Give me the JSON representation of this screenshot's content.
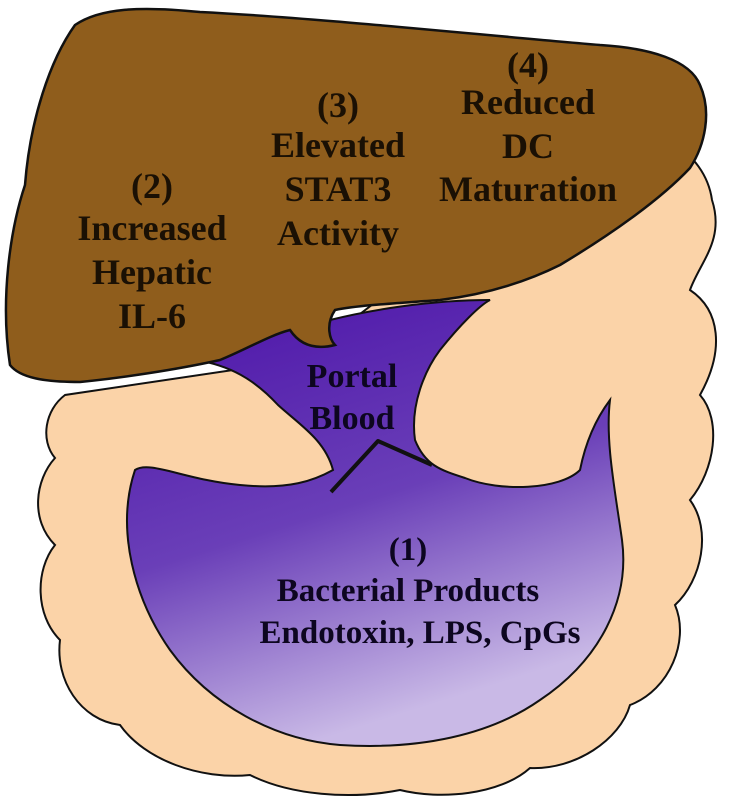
{
  "colors": {
    "liver": "#8f5d1c",
    "intestine": "#fbd3a8",
    "blood_top": "#4b12a8",
    "blood_bottom": "#c9b9e6",
    "outline": "#111111"
  },
  "labels": {
    "liver_il6": {
      "number": "(2)",
      "line1": "Increased",
      "line2": "Hepatic",
      "line3": "IL-6"
    },
    "liver_stat3": {
      "number": "(3)",
      "line1": "Elevated",
      "line2": "STAT3",
      "line3": "Activity"
    },
    "liver_dc": {
      "number": "(4)",
      "line1": "Reduced",
      "line2": "DC",
      "line3": "Maturation"
    },
    "portal": {
      "line1": "Portal",
      "line2": "Blood"
    },
    "gut": {
      "number": "(1)",
      "line1": "Bacterial Products",
      "line2": "Endotoxin, LPS, CpGs"
    }
  }
}
